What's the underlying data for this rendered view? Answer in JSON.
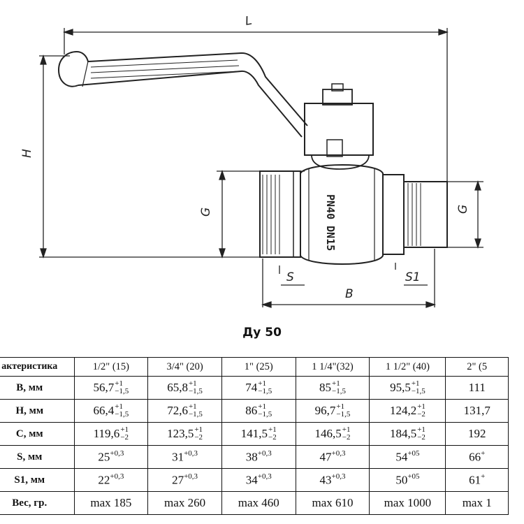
{
  "drawing": {
    "labels": {
      "L": "L",
      "H_left": "H",
      "G_left": "G",
      "G_right": "G",
      "S": "S",
      "B": "B",
      "S1": "S1"
    },
    "body_marking": "PN40 DN15"
  },
  "title": "Ду 50",
  "table": {
    "header": [
      "актеристика",
      "1/2\" (15)",
      "3/4\" (20)",
      "1\" (25)",
      "1 1/4\"(32)",
      "1 1/2\" (40)",
      "2\" (5"
    ],
    "rows": [
      {
        "name": "B, мм",
        "cells": [
          {
            "v": "56,7",
            "up": "+1",
            "lo": "−1,5"
          },
          {
            "v": "65,8",
            "up": "+1",
            "lo": "−1,5"
          },
          {
            "v": "74",
            "up": "+1",
            "lo": "−1,5"
          },
          {
            "v": "85",
            "up": "+1",
            "lo": "−1,5"
          },
          {
            "v": "95,5",
            "up": "+1",
            "lo": "−1,5"
          },
          {
            "v": "111",
            "up": "",
            "lo": ""
          }
        ]
      },
      {
        "name": "H, мм",
        "cells": [
          {
            "v": "66,4",
            "up": "+1",
            "lo": "−1,5"
          },
          {
            "v": "72,6",
            "up": "+1",
            "lo": "−1,5"
          },
          {
            "v": "86",
            "up": "+1",
            "lo": "−1,5"
          },
          {
            "v": "96,7",
            "up": "+1",
            "lo": "−1,5"
          },
          {
            "v": "124,2",
            "up": "+1",
            "lo": "−2"
          },
          {
            "v": "131,7",
            "up": "",
            "lo": ""
          }
        ]
      },
      {
        "name": "C, мм",
        "cells": [
          {
            "v": "119,6",
            "up": "+1",
            "lo": "−2"
          },
          {
            "v": "123,5",
            "up": "+1",
            "lo": "−2"
          },
          {
            "v": "141,5",
            "up": "+1",
            "lo": "−2"
          },
          {
            "v": "146,5",
            "up": "+1",
            "lo": "−2"
          },
          {
            "v": "184,5",
            "up": "+1",
            "lo": "−2"
          },
          {
            "v": "192",
            "up": "",
            "lo": ""
          }
        ]
      },
      {
        "name": "S, мм",
        "cells": [
          {
            "v": "25",
            "sup": "+0,3"
          },
          {
            "v": "31",
            "sup": "+0,3"
          },
          {
            "v": "38",
            "sup": "+0,3"
          },
          {
            "v": "47",
            "sup": "+0,3"
          },
          {
            "v": "54",
            "sup": "+05"
          },
          {
            "v": "66",
            "sup": "+"
          }
        ]
      },
      {
        "name": "S1, мм",
        "cells": [
          {
            "v": "22",
            "sup": "+0,3"
          },
          {
            "v": "27",
            "sup": "+0,3"
          },
          {
            "v": "34",
            "sup": "+0,3"
          },
          {
            "v": "43",
            "sup": "+0,3"
          },
          {
            "v": "50",
            "sup": "+05"
          },
          {
            "v": "61",
            "sup": "+"
          }
        ]
      },
      {
        "name": "Вес, гр.",
        "cells": [
          {
            "v": "max 185"
          },
          {
            "v": "max 260"
          },
          {
            "v": "max 460"
          },
          {
            "v": "max 610"
          },
          {
            "v": "max 1000"
          },
          {
            "v": "max 1"
          }
        ]
      }
    ]
  }
}
